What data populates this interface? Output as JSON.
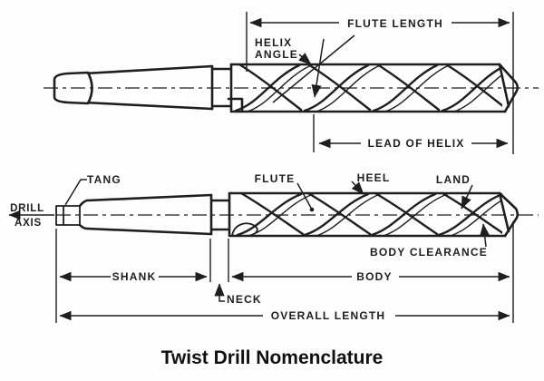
{
  "title": "Twist Drill Nomenclature",
  "colors": {
    "ink": "#1e1e1e",
    "paper": "#fdfdfd"
  },
  "upper": {
    "flute_length": "FLUTE LENGTH",
    "helix": "HELIX",
    "angle": "ANGLE",
    "lead_of_helix": "LEAD OF HELIX"
  },
  "lower": {
    "tang": "TANG",
    "drill": "DRILL",
    "axis": "AXIS",
    "flute": "FLUTE",
    "heel": "HEEL",
    "land": "LAND",
    "body_clearance": "BODY CLEARANCE",
    "shank": "SHANK",
    "neck": "NECK",
    "body": "BODY",
    "overall_length": "OVERALL LENGTH"
  }
}
